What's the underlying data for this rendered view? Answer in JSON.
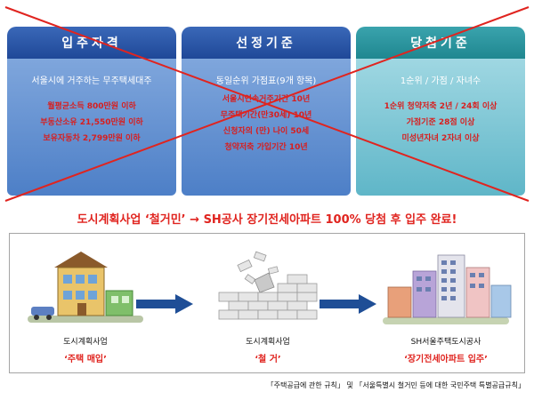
{
  "panels": [
    {
      "title": "입주자격",
      "main": "서울시에 거주하는 무주택세대주",
      "lines": [
        "월평균소득       800만원 이하",
        "부동산소유 21,550만원 이하",
        "보유자동차 2,799만원 이하"
      ]
    },
    {
      "title": "선정기준",
      "main": "동일순위 가점표(9개 항목)",
      "lines": [
        "서울시연속거주기간 10년",
        "무주택기간(만30세) 10년",
        "신청자의 (만) 나이  50세",
        "청약저축 가입기간   10년"
      ]
    },
    {
      "title": "당첨기준",
      "main": "1순위 / 가점 / 자녀수",
      "lines": [
        "1순위 청약저축 2년 / 24회 이상",
        "가점기준 28점 이상",
        "미성년자녀 2자녀 이상"
      ]
    }
  ],
  "headline": "도시계획사업 ‘철거민’ → SH공사 장기전세아파트 100% 당첨 후 입주 완료!",
  "steps": [
    {
      "title": "도시계획사업",
      "sub": "‘주택 매입’"
    },
    {
      "title": "도시계획사업",
      "sub": "‘철  거’"
    },
    {
      "title": "SH서울주택도시공사",
      "sub": "‘장기전세아파트 입주’"
    }
  ],
  "footnote": "「주택공급에 관한 규칙」 및 「서울특별시 철거민 등에 대한 국민주택 특별공급규칙」",
  "colors": {
    "panel_head_blue": "#2a58a8",
    "panel_head_teal": "#2a96a0",
    "accent_red": "#e0241f",
    "arrow_blue": "#1f4e96"
  }
}
